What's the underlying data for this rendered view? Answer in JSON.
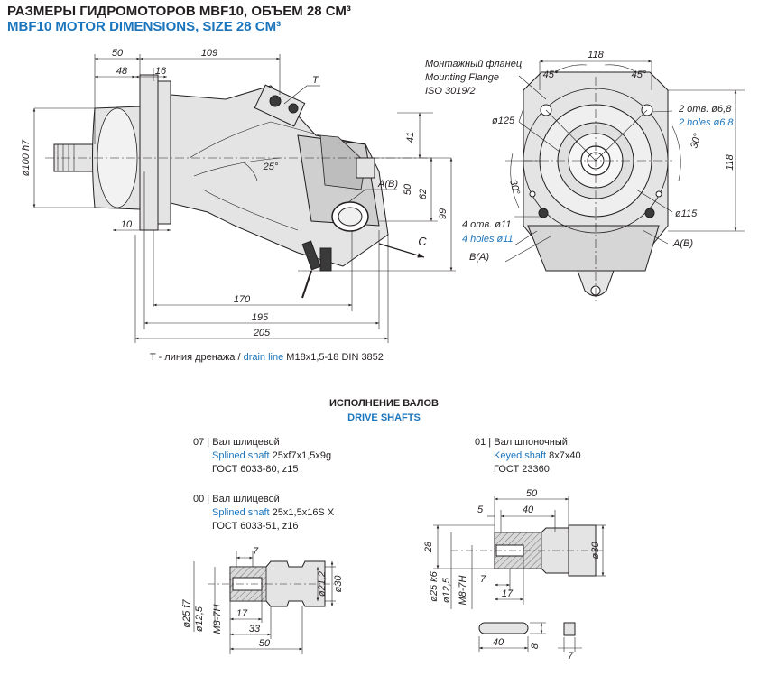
{
  "header": {
    "title_ru": "РАЗМЕРЫ ГИДРОМОТОРОВ MBF10, ОБЪЕМ 28 СМ³",
    "title_en": "MBF10 MOTOR DIMENSIONS, SIZE 28 CM³"
  },
  "side_view": {
    "dims": {
      "d50": "50",
      "d109": "109",
      "d48": "48",
      "d16": "16",
      "T": "T",
      "d41": "41",
      "d100h7": "ø100 h7",
      "d25deg": "25°",
      "AB": "A(B)",
      "d50v": "50",
      "d62": "62",
      "d99": "99",
      "d10": "10",
      "C": "C",
      "d170": "170",
      "d195": "195",
      "d205": "205"
    }
  },
  "front_view": {
    "flange_ru": "Монтажный фланец",
    "flange_en": "Mounting Flange",
    "iso": "ISO 3019/2",
    "dims": {
      "d118h": "118",
      "d45a": "45°",
      "d45b": "45°",
      "holes68_ru": "2 отв. ø6,8",
      "holes68_en": "2 holes ø6,8",
      "d125": "ø125",
      "d30a": "30°",
      "d30b": "30°",
      "d118v": "118",
      "d115": "ø115",
      "holes11_ru": "4 отв. ø11",
      "holes11_en": "4 holes ø11",
      "BA": "B(A)",
      "AB": "A(B)"
    }
  },
  "drain": {
    "ru": "T - линия дренажа /",
    "en": "drain line",
    "spec": "M18x1,5-18 DIN 3852"
  },
  "shafts_section": {
    "title_ru": "ИСПОЛНЕНИЕ ВАЛОВ",
    "title_en": "DRIVE SHAFTS"
  },
  "shaft07": {
    "code": "07",
    "name_ru": "Вал шлицевой",
    "name_en": "Splined shaft",
    "spec": "25xf7x1,5x9g",
    "gost": "ГОСТ 6033-80, z15"
  },
  "shaft00": {
    "code": "00",
    "name_ru": "Вал шлицевой",
    "name_en": "Splined shaft",
    "spec": "25x1,5x16S  X",
    "gost": "ГОСТ 6033-51, z16",
    "dims": {
      "d7": "7",
      "d25f7": "ø25 f7",
      "d12_5": "ø12,5",
      "m8": "M8-7H",
      "d21_2": "ø21,2",
      "d30": "ø30",
      "d17": "17",
      "d33": "33",
      "d50": "50"
    }
  },
  "shaft01": {
    "code": "01",
    "name_ru": "Вал шпоночный",
    "name_en": "Keyed shaft",
    "spec": "8x7x40",
    "gost": "ГОСТ 23360",
    "dims": {
      "d50": "50",
      "d5": "5",
      "d40": "40",
      "d28": "28",
      "d30": "ø30",
      "d25k6": "ø25 k6",
      "d12_5": "ø12,5",
      "m8": "M8-7H",
      "d7": "7",
      "d17": "17",
      "key40": "40",
      "key8": "8",
      "key7": "7"
    }
  }
}
